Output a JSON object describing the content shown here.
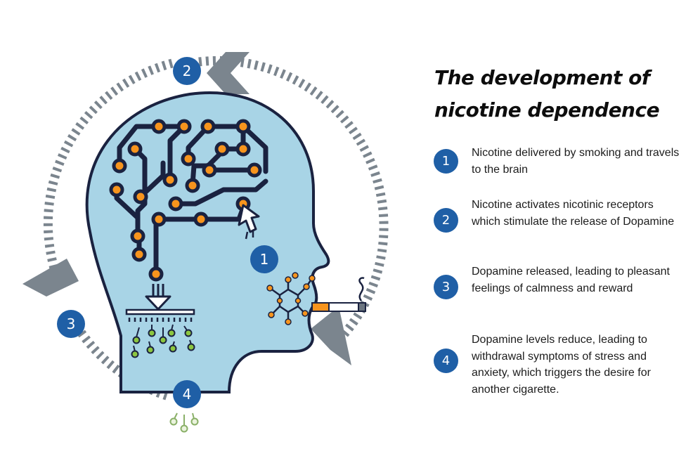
{
  "title": {
    "line1": "The development of",
    "line2": "nicotine dependence"
  },
  "steps": [
    {
      "number": "1",
      "text": "Nicotine delivered by smoking and travels to the brain"
    },
    {
      "number": "2",
      "text": "Nicotine activates nicotinic receptors which stimulate the release of Dopamine"
    },
    {
      "number": "3",
      "text": "Dopamine released, leading to pleasant feelings of calmness and reward"
    },
    {
      "number": "4",
      "text": "Dopamine levels reduce, leading to withdrawal symptoms of stress and anxiety, which triggers the desire for another cigarette."
    }
  ],
  "colors": {
    "head_fill": "#a8d4e6",
    "outline": "#1a2240",
    "node": "#f7941d",
    "badge": "#1f5fa6",
    "cycle_arrow": "#7b858e",
    "dopamine": "#8cc63f",
    "text": "#1c1c1c"
  }
}
